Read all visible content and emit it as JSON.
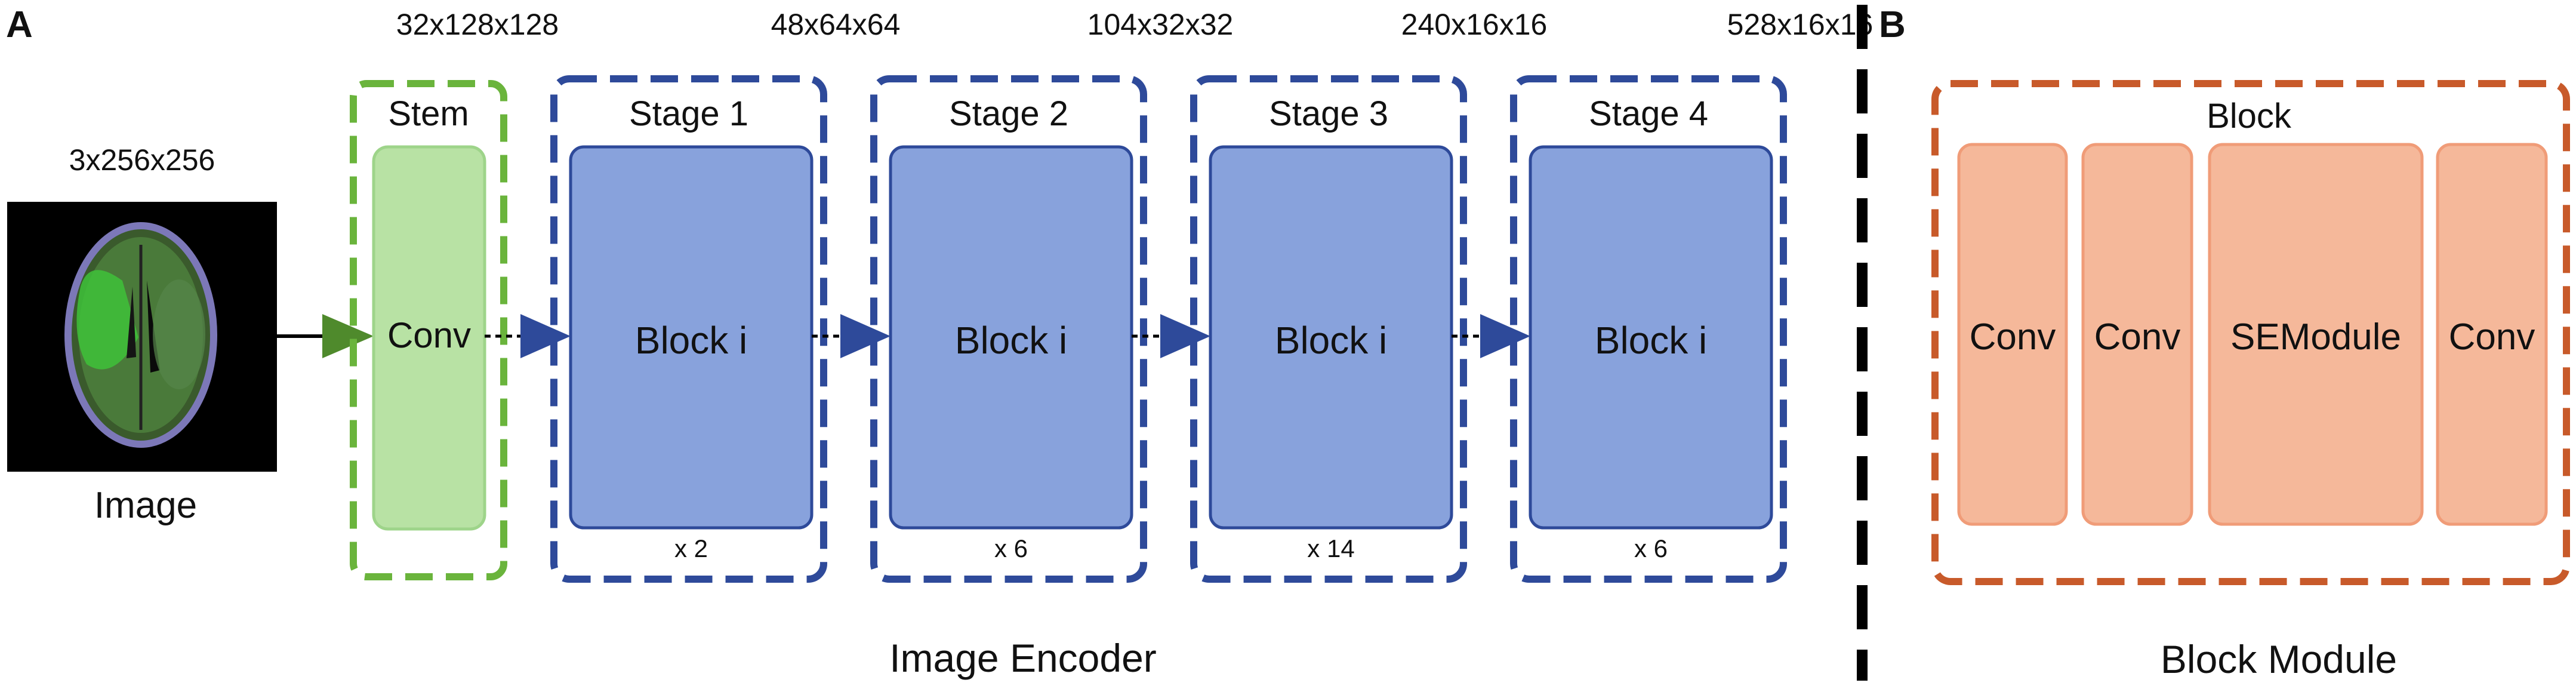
{
  "panel_a": {
    "label": "A"
  },
  "panel_b": {
    "label": "B"
  },
  "input": {
    "shape": "3x256x256",
    "caption": "Image"
  },
  "stem": {
    "title": "Stem",
    "block": "Conv",
    "shape": "32x128x128"
  },
  "stages": [
    {
      "title": "Stage 1",
      "block": "Block i",
      "repeat": "x 2",
      "shape": "48x64x64"
    },
    {
      "title": "Stage 2",
      "block": "Block i",
      "repeat": "x 6",
      "shape": "104x32x32"
    },
    {
      "title": "Stage 3",
      "block": "Block i",
      "repeat": "x 14",
      "shape": "240x16x16"
    },
    {
      "title": "Stage 4",
      "block": "Block i",
      "repeat": "x 6",
      "shape": "528x16x16"
    }
  ],
  "encoder_caption": "Image Encoder",
  "block_module": {
    "title": "Block",
    "layers": [
      "Conv",
      "Conv",
      "SEModule",
      "Conv"
    ],
    "caption": "Block Module"
  },
  "colors": {
    "stem_border": "#6ab43c",
    "stem_fill": "#b8e2a4",
    "stage_border": "#2e4a9a",
    "stage_fill": "#88a2dc",
    "block_border": "#c85a2a",
    "block_fill": "#f5b89a",
    "arrow_green": "#4f8a2c",
    "arrow_blue": "#2e4a9a",
    "divider": "#000000"
  }
}
